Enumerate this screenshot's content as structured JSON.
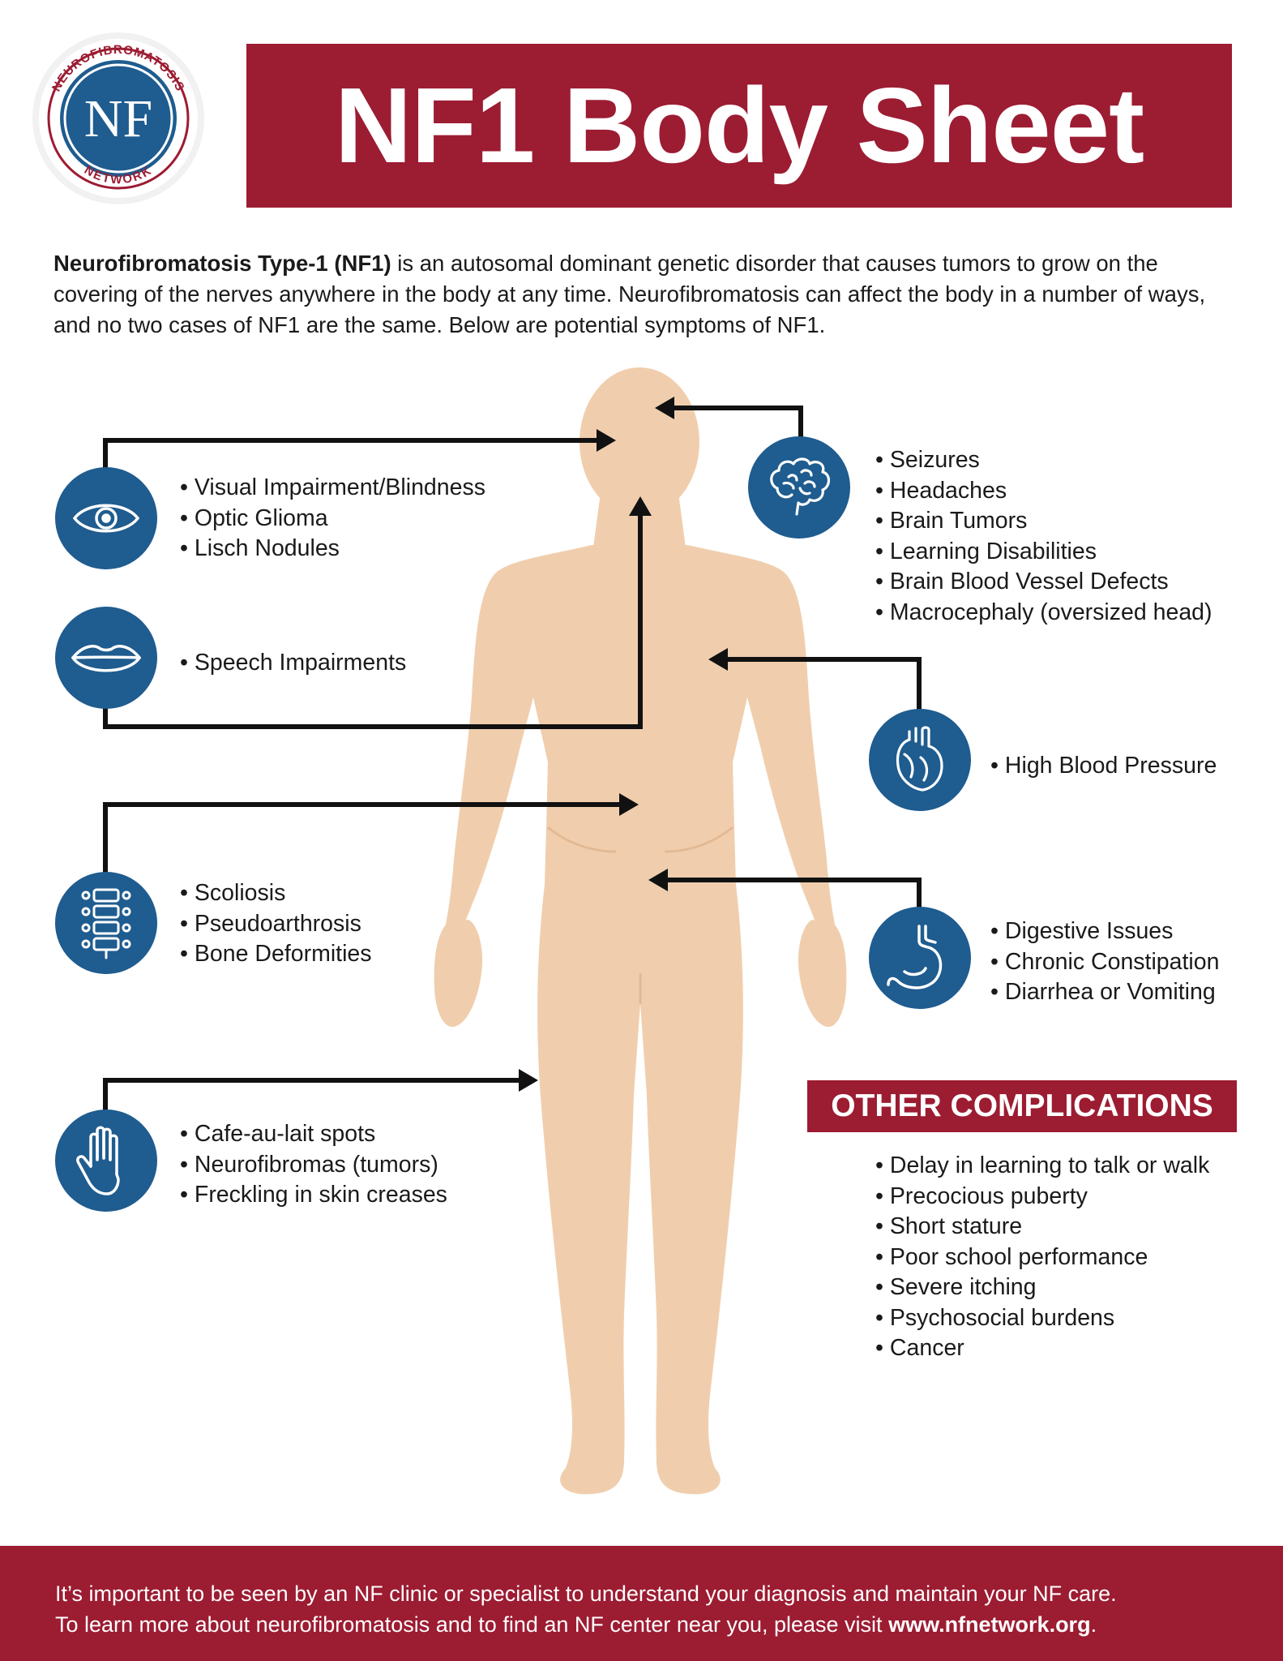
{
  "logo": {
    "initials": "NF",
    "arc_top": "NEUROFIBROMATOSIS",
    "arc_bottom": "NETWORK"
  },
  "title": "NF1 Body Sheet",
  "intro": {
    "bold": "Neurofibromatosis Type-1 (NF1)",
    "text": " is an autosomal dominant genetic disorder that causes tumors to grow on the covering of the nerves anywhere in the body at any time. Neurofibromatosis can affect the body in a number of ways, and no two cases of NF1 are the same. Below are potential symptoms of NF1."
  },
  "groups": {
    "eye": {
      "icon": "eye-icon",
      "items": [
        "Visual Impairment/Blindness",
        "Optic Glioma",
        "Lisch Nodules"
      ]
    },
    "mouth": {
      "icon": "lips-icon",
      "items": [
        "Speech Impairments"
      ]
    },
    "spine": {
      "icon": "spine-icon",
      "items": [
        "Scoliosis",
        "Pseudoarthrosis",
        "Bone Deformities"
      ]
    },
    "skin": {
      "icon": "hand-icon",
      "items": [
        "Cafe-au-lait spots",
        "Neurofibromas (tumors)",
        "Freckling in skin creases"
      ]
    },
    "brain": {
      "icon": "brain-icon",
      "items": [
        "Seizures",
        "Headaches",
        "Brain Tumors",
        "Learning Disabilities",
        "Brain Blood Vessel Defects",
        "Macrocephaly (oversized head)"
      ]
    },
    "heart": {
      "icon": "heart-icon",
      "items": [
        "High Blood Pressure"
      ]
    },
    "stomach": {
      "icon": "stomach-icon",
      "items": [
        "Digestive Issues",
        "Chronic Constipation",
        "Diarrhea or Vomiting"
      ]
    }
  },
  "other": {
    "heading": "OTHER COMPLICATIONS",
    "items": [
      "Delay in learning to talk or walk",
      "Precocious puberty",
      "Short stature",
      "Poor school performance",
      "Severe itching",
      "Psychosocial burdens",
      "Cancer"
    ]
  },
  "footer": {
    "line1": "It’s important to be seen by an NF clinic or specialist to understand your diagnosis and maintain your NF care.",
    "line2_prefix": "To learn more about neurofibromatosis and to find an NF center near you, please visit ",
    "line2_link": "www.nfnetwork.org",
    "line2_suffix": "."
  },
  "colors": {
    "brand_red": "#9c1c32",
    "icon_blue": "#1f5c8f",
    "skin": "#f0cead"
  }
}
